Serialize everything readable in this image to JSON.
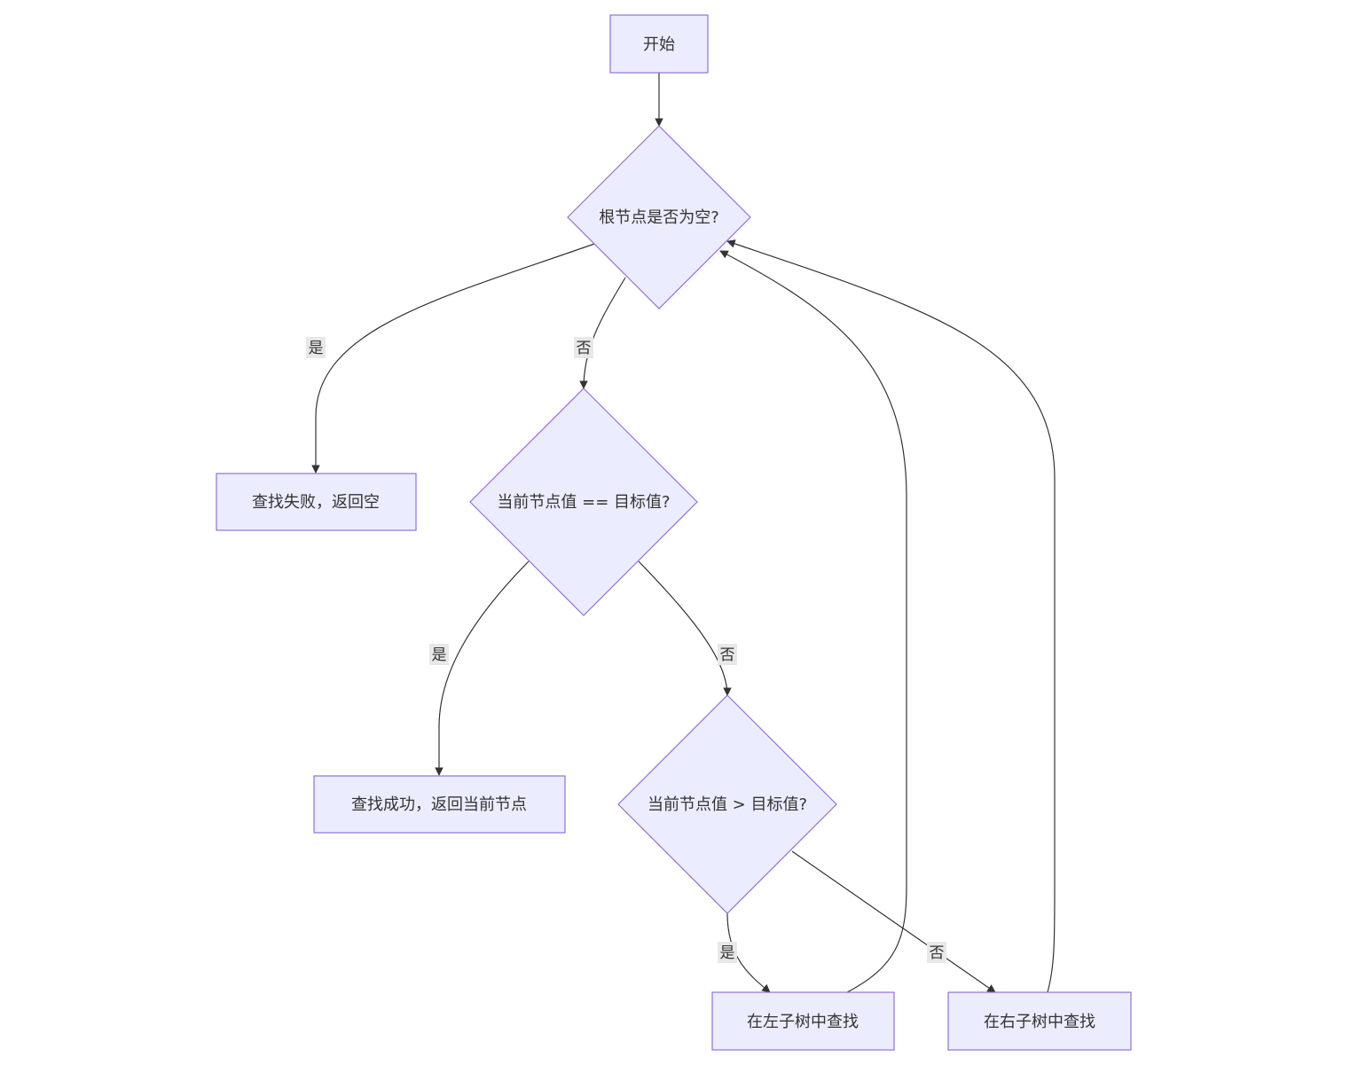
{
  "colors": {
    "node_fill": "#ececff",
    "node_stroke": "#9370db",
    "edge": "#333333",
    "text": "#333333",
    "label_bg": "#e8e8e8"
  },
  "nodes": {
    "start": "开始",
    "root_empty": "根节点是否为空?",
    "not_found": "查找失败，返回空",
    "value_equal": "当前节点值 == 目标值?",
    "found": "查找成功，返回当前节点",
    "value_greater": "当前节点值 > 目标值?",
    "search_left": "在左子树中查找",
    "search_right": "在右子树中查找"
  },
  "edge_labels": {
    "root_empty_yes": "是",
    "root_empty_no": "否",
    "equal_yes": "是",
    "equal_no": "否",
    "greater_yes": "是",
    "greater_no": "否"
  }
}
